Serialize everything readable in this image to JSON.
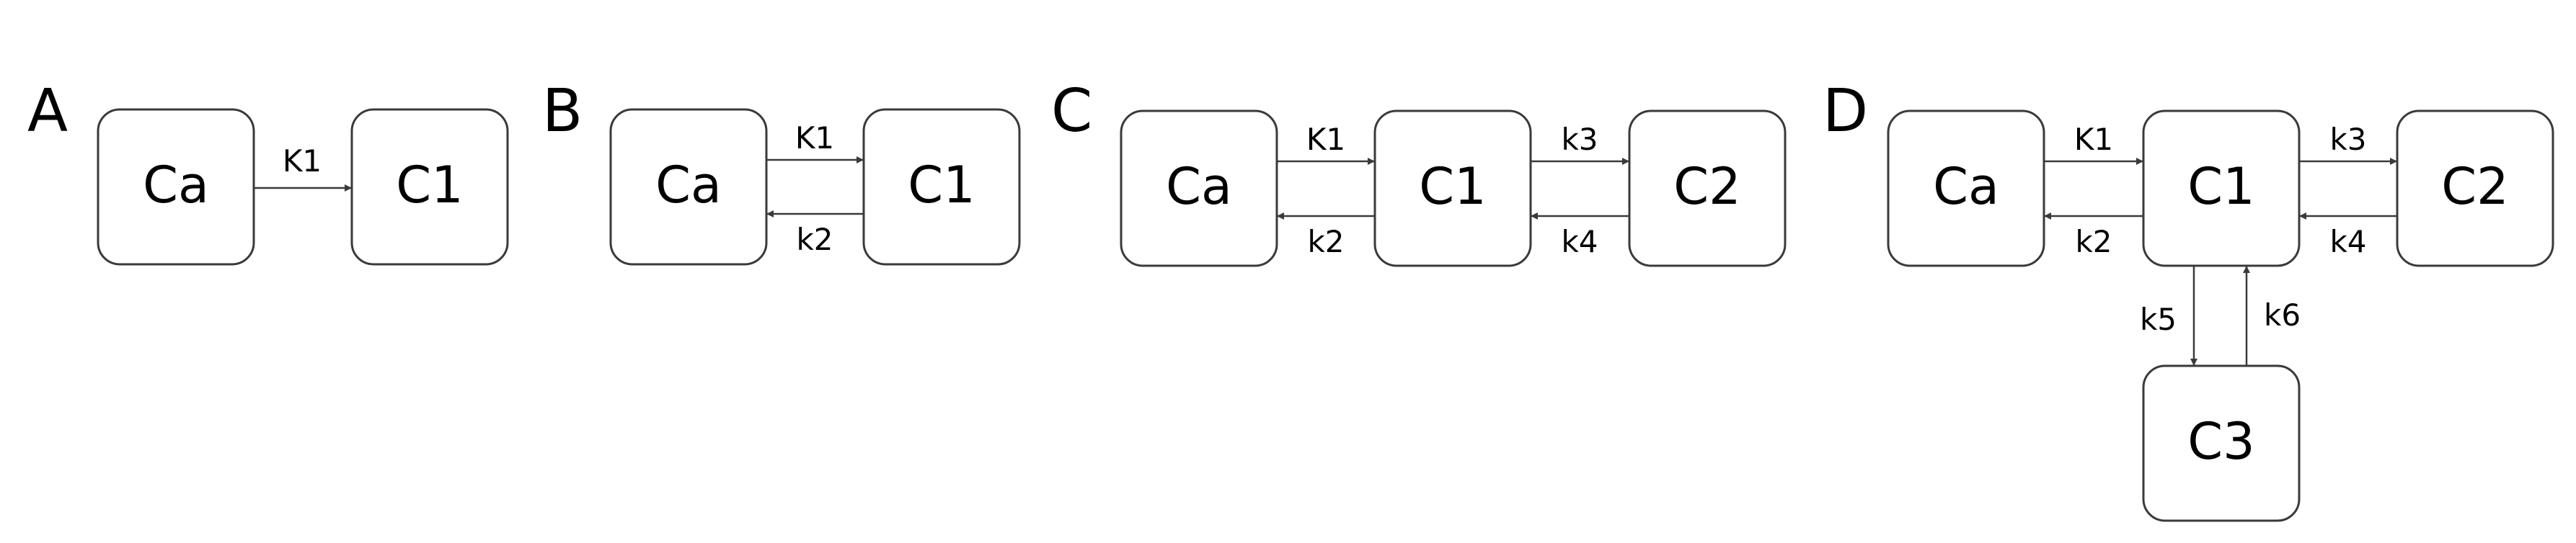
{
  "panels": {
    "A": {
      "letter": "A",
      "boxes": {
        "ca": "Ca",
        "c1": "C1"
      },
      "rates": {
        "k1": "K1"
      }
    },
    "B": {
      "letter": "B",
      "boxes": {
        "ca": "Ca",
        "c1": "C1"
      },
      "rates": {
        "k1": "K1",
        "k2": "k2"
      }
    },
    "C": {
      "letter": "C",
      "boxes": {
        "ca": "Ca",
        "c1": "C1",
        "c2": "C2"
      },
      "rates": {
        "k1": "K1",
        "k2": "k2",
        "k3": "k3",
        "k4": "k4"
      }
    },
    "D": {
      "letter": "D",
      "boxes": {
        "ca": "Ca",
        "c1": "C1",
        "c2": "C2",
        "c3": "C3"
      },
      "rates": {
        "k1": "K1",
        "k2": "k2",
        "k3": "k3",
        "k4": "k4",
        "k5": "k5",
        "k6": "k6"
      }
    }
  },
  "colors": {
    "stroke": "#3a3a3a",
    "text": "#000000",
    "background": "#ffffff"
  }
}
